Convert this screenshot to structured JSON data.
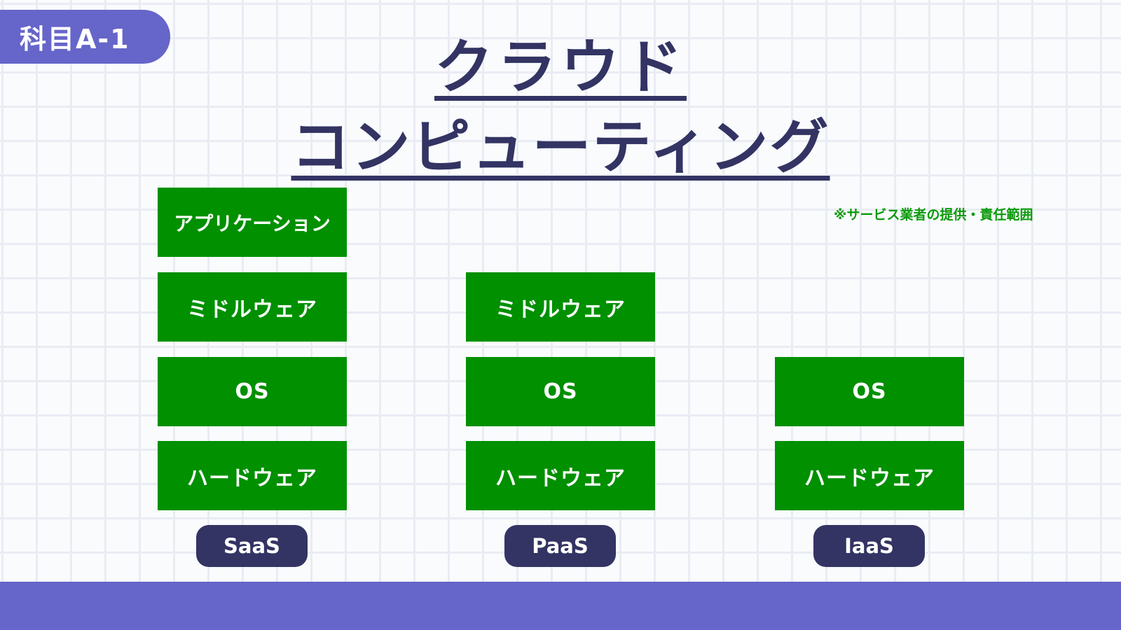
{
  "subject_tag": "科目A-1",
  "title": {
    "line1": "クラウド",
    "line2": "コンピューティング"
  },
  "note": "※サービス業者の提供・責任範囲",
  "colors": {
    "accent_purple": "#6665c9",
    "navy": "#333463",
    "layer_green": "#009000",
    "note_green": "#0b9a0b"
  },
  "columns": [
    {
      "model": "SaaS",
      "layers": [
        "アプリケーション",
        "ミドルウェア",
        "OS",
        "ハードウェア"
      ]
    },
    {
      "model": "PaaS",
      "layers": [
        "ミドルウェア",
        "OS",
        "ハードウェア"
      ]
    },
    {
      "model": "IaaS",
      "layers": [
        "OS",
        "ハードウェア"
      ]
    }
  ]
}
